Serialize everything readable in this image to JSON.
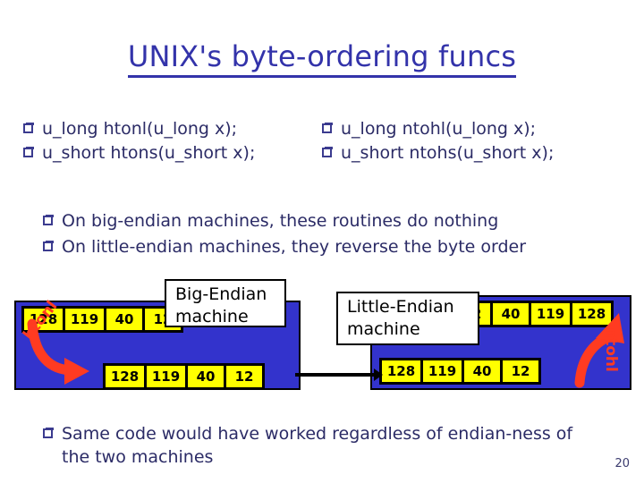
{
  "slide": {
    "title": "UNIX's byte-ordering funcs",
    "page_number": "20",
    "accent_color": "#3333AA",
    "box_blue": "#3333CC",
    "cell_yellow": "#FFFF00",
    "arrow_red": "#FF3B21"
  },
  "signatures": [
    {
      "text": "u_long htonl(u_long x);"
    },
    {
      "text": "u_short htons(u_short x);"
    },
    {
      "text": "u_long ntohl(u_long x);"
    },
    {
      "text": "u_short ntohs(u_short x);"
    }
  ],
  "bullets": [
    {
      "text": "On big-endian machines, these routines do nothing"
    },
    {
      "text": "On little-endian machines, they reverse the byte order"
    },
    {
      "text": "Same code would have worked regardless of endian-ness of the two machines"
    }
  ],
  "diagram": {
    "big_endian": {
      "label": "Big-Endian machine",
      "network_row": [
        "128",
        "119",
        "40",
        "12"
      ],
      "host_row": [
        "128",
        "119",
        "40",
        "12"
      ],
      "function": "htonl"
    },
    "little_endian": {
      "label": "Little-Endian machine",
      "host_row": [
        "12",
        "40",
        "119",
        "128"
      ],
      "network_row": [
        "128",
        "119",
        "40",
        "12"
      ],
      "function": "ntohl"
    }
  }
}
